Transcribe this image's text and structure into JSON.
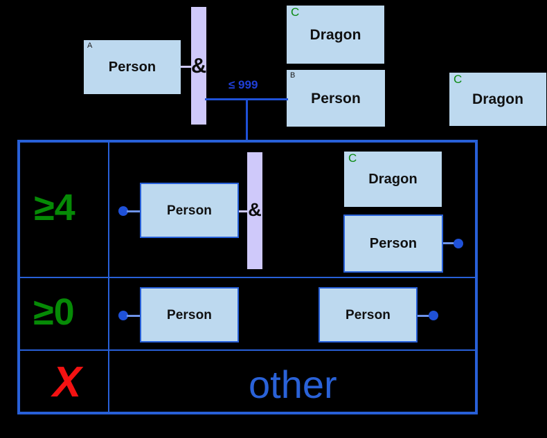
{
  "diagram": {
    "background_color": "#000000",
    "node_fill": "#bdd9ef",
    "node_border": "#2860d8",
    "and_bar_fill": "#cfc9fa",
    "edge_color": "#1f51d8",
    "green": "#068a06",
    "red": "#f41212"
  },
  "premise": {
    "person_a": {
      "label": "Person",
      "corner": "A"
    },
    "and_operator": {
      "symbol": "&"
    },
    "dragon_c_top": {
      "label": "Dragon",
      "corner": "C"
    },
    "person_b": {
      "label": "Person",
      "corner": "B"
    },
    "dragon_c_right": {
      "label": "Dragon",
      "corner": "C"
    },
    "edge_label": "≤ 999"
  },
  "rules": {
    "rows": [
      {
        "quantifier": "≥4",
        "nodes": [
          {
            "label": "Person",
            "corner": null,
            "bordered": true
          },
          {
            "label": "Dragon",
            "corner": "C",
            "bordered": false
          },
          {
            "label": "Person",
            "corner": null,
            "bordered": true
          }
        ],
        "and_operator": {
          "symbol": "&"
        }
      },
      {
        "quantifier": "≥0",
        "nodes": [
          {
            "label": "Person",
            "corner": null,
            "bordered": true
          },
          {
            "label": "Person",
            "corner": null,
            "bordered": true
          }
        ]
      },
      {
        "quantifier": "X",
        "other_label": "other"
      }
    ]
  }
}
